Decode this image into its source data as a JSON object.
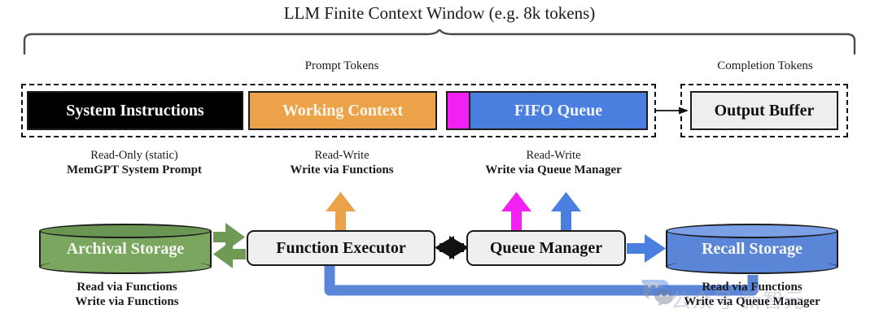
{
  "title": "LLM Finite Context Window (e.g. 8k tokens)",
  "sections": {
    "prompt_label": "Prompt Tokens",
    "completion_label": "Completion Tokens"
  },
  "context_blocks": {
    "system_instructions": "System Instructions",
    "working_context": "Working Context",
    "fifo_queue": "FIFO Queue",
    "output_buffer": "Output Buffer"
  },
  "captions": {
    "system": {
      "line1": "Read-Only (static)",
      "line2": "MemGPT System Prompt"
    },
    "working": {
      "line1": "Read-Write",
      "line2": "Write via Functions"
    },
    "fifo": {
      "line1": "Read-Write",
      "line2": "Write via Queue Manager"
    },
    "archival": {
      "line1": "Read via Functions",
      "line2": "Write via Functions"
    },
    "recall": {
      "line1": "Read via Functions",
      "line2": "Write via Queue Manager"
    }
  },
  "components": {
    "function_executor": "Function Executor",
    "queue_manager": "Queue Manager",
    "archival_storage": "Archival Storage",
    "recall_storage": "Recall Storage"
  },
  "colors": {
    "system_instructions": "#000000",
    "working_context": "#eca248",
    "fifo_overflow": "#f122f1",
    "fifo_queue": "#4a7fe0",
    "output_buffer": "#eeeeee",
    "archival_green": "#7ba65f",
    "recall_blue": "#5b86d8",
    "process_gray": "#efefef",
    "black_arrow": "#111111"
  },
  "watermark": {
    "text": "公众号  新智元"
  }
}
